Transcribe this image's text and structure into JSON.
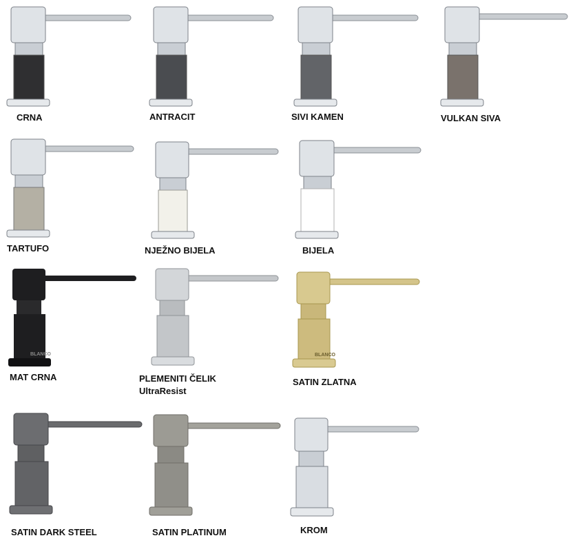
{
  "products": [
    {
      "label": "CRNA",
      "body": "#2f2f31"
    },
    {
      "label": "ANTRACIT",
      "body": "#4a4c50"
    },
    {
      "label": "SIVI KAMEN",
      "body": "#626468"
    },
    {
      "label": "VULKAN SIVA",
      "body": "#7a726c"
    },
    {
      "label": "TARTUFO",
      "body": "#b4b0a4"
    },
    {
      "label": "NJEŽNO BIJELA",
      "body": "#f2f1ea"
    },
    {
      "label": "BIJELA",
      "body": "#ffffff"
    },
    {
      "label": "MAT CRNA",
      "body": "#1e1e20"
    },
    {
      "label": "PLEMENITI ČELIK",
      "label2": "UltraResist",
      "body": "#b9bcbf"
    },
    {
      "label": "SATIN ZLATNA",
      "body": "#c9b77a"
    },
    {
      "label": "SATIN DARK STEEL",
      "body": "#5f6062"
    },
    {
      "label": "SATIN PLATINUM",
      "body": "#8b8a84"
    },
    {
      "label": "KROM",
      "body": "#d9dde2"
    }
  ],
  "brand_mark": "BLANCO"
}
